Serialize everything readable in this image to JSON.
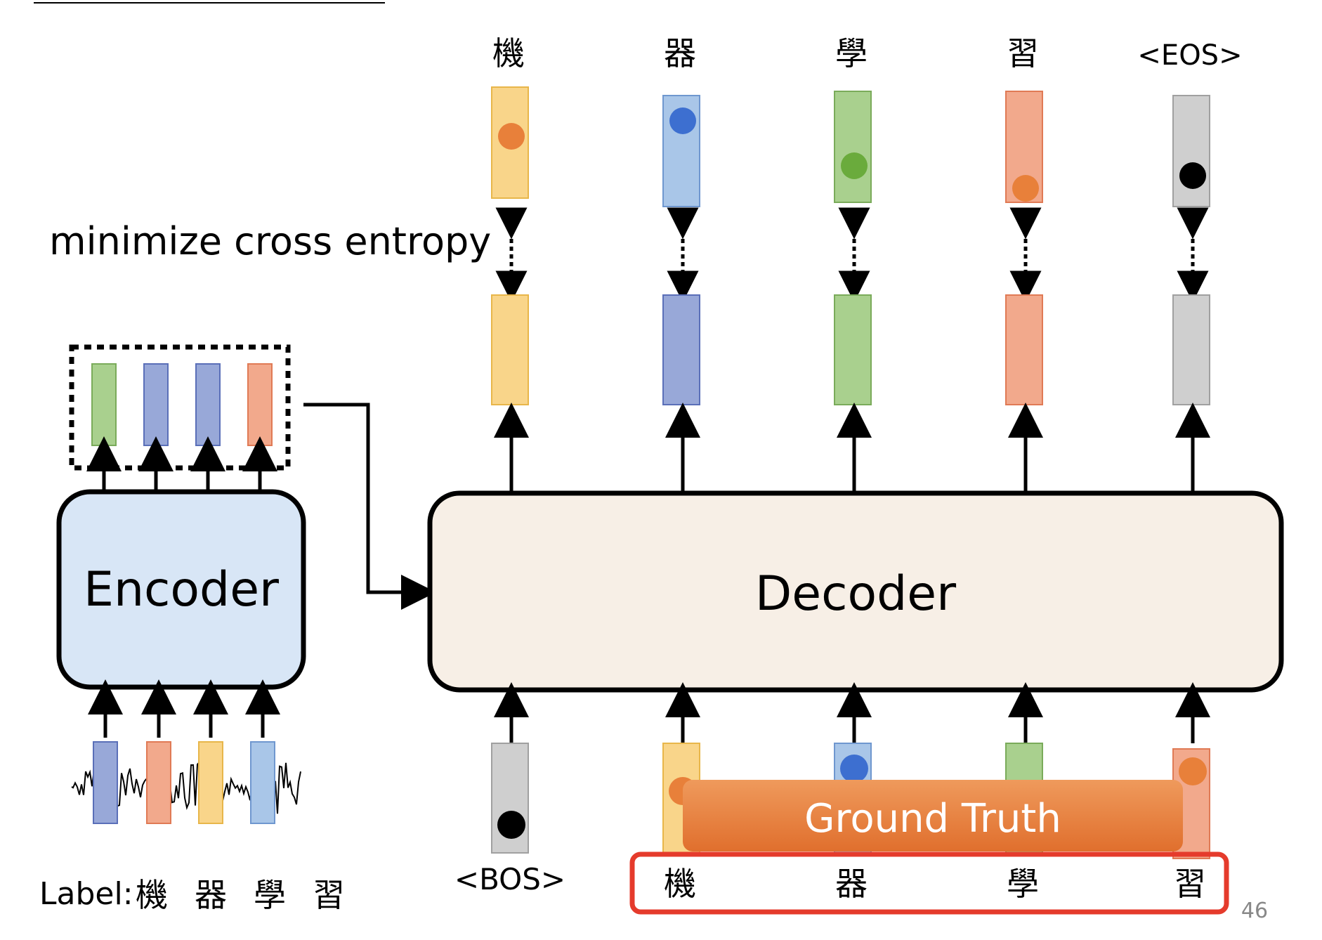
{
  "caption": "minimize cross entropy",
  "encoder_label": "Encoder",
  "decoder_label": "Decoder",
  "ground_truth_label": "Ground Truth",
  "label_prefix": "Label:",
  "label_chars": [
    "機",
    "器",
    "學",
    "習"
  ],
  "output_tokens": [
    "機",
    "器",
    "學",
    "習",
    "<EOS>"
  ],
  "bos_token": "<BOS>",
  "ground_truth_tokens": [
    "機",
    "器",
    "學",
    "習"
  ],
  "page_number": "46",
  "colors": {
    "yellow": "#f9d58a",
    "blue": "#a9c6e8",
    "indigo": "#98a8d8",
    "green": "#a9d08e",
    "salmon": "#f2a98c",
    "gray": "#cfcfcf",
    "dot_orange": "#e8803a",
    "dot_blue": "#3d6fd0",
    "dot_green": "#6aab3c",
    "dot_black": "#000000",
    "ground_truth_fill": "#e57f3b",
    "ground_truth_border": "#e53b2c",
    "encoder_fill": "#d8e6f6",
    "decoder_fill": "#f7efe6"
  }
}
